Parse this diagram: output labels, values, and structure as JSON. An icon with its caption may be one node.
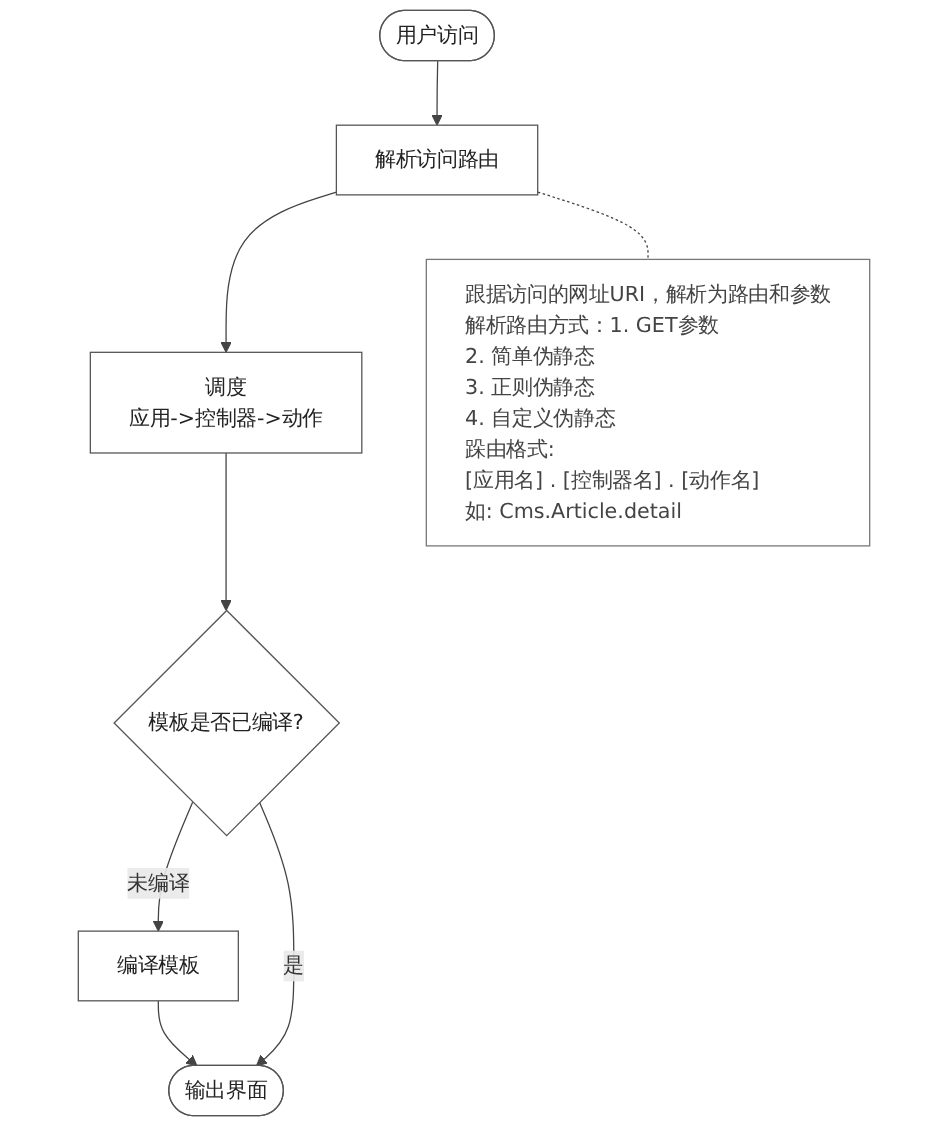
{
  "diagram": {
    "nodes": [
      {
        "text": [
          "用户访问"
        ]
      },
      {
        "text": [
          "解析访问路由"
        ]
      },
      {
        "text": [
          "调度",
          "应用->控制器->动作"
        ]
      },
      {
        "text": [
          "模板是否已编译?"
        ]
      },
      {
        "text": [
          "编译模板"
        ]
      },
      {
        "text": [
          "输出界面"
        ]
      },
      {
        "text": [
          "跟据访问的网址URI，解析为路由和参数",
          "解析路由方式：1. GET参数",
          "2. 简单伪静态",
          "3. 正则伪静态",
          "4. 自定义伪静态",
          "跺由格式:",
          "[应用名] . [控制器名] . [动作名]",
          "如: Cms.Article.detail"
        ]
      }
    ],
    "edges": [
      {
        "from": 0,
        "to": 1,
        "arrow": "to"
      },
      {
        "from": 1,
        "to": 2,
        "arrow": "to"
      },
      {
        "from": 2,
        "to": 3,
        "arrow": "to"
      },
      {
        "from": 3,
        "to": 4,
        "arrow": "to",
        "label": "未编译"
      },
      {
        "from": 4,
        "to": 5,
        "arrow": "to"
      },
      {
        "from": 3,
        "to": 5,
        "arrow": "to",
        "label": "是"
      },
      {
        "from": 1,
        "to": 6,
        "arrow": "none",
        "style": "dashed"
      }
    ]
  }
}
